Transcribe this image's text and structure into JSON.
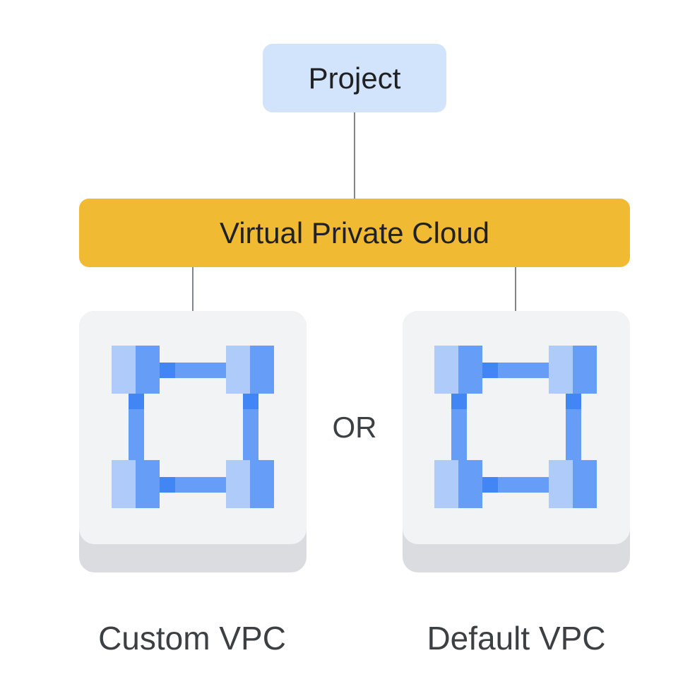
{
  "diagram": {
    "project": {
      "label": "Project",
      "fill": "#d2e3fc"
    },
    "vpc_bar": {
      "label": "Virtual Private Cloud",
      "fill": "#f0bb33"
    },
    "separator": {
      "label": "OR"
    },
    "custom_vpc": {
      "label": "Custom VPC"
    },
    "default_vpc": {
      "label": "Default VPC"
    },
    "colors": {
      "card": "#f1f3f4",
      "card_shadow": "#dadce0",
      "connector": "#80868b",
      "node_light": "#aecbfa",
      "node_mid": "#669df6",
      "node_dark": "#4285f4",
      "link": "#669df6",
      "link_joint": "#4285f4"
    },
    "card_icon": "network-topology-icon"
  }
}
